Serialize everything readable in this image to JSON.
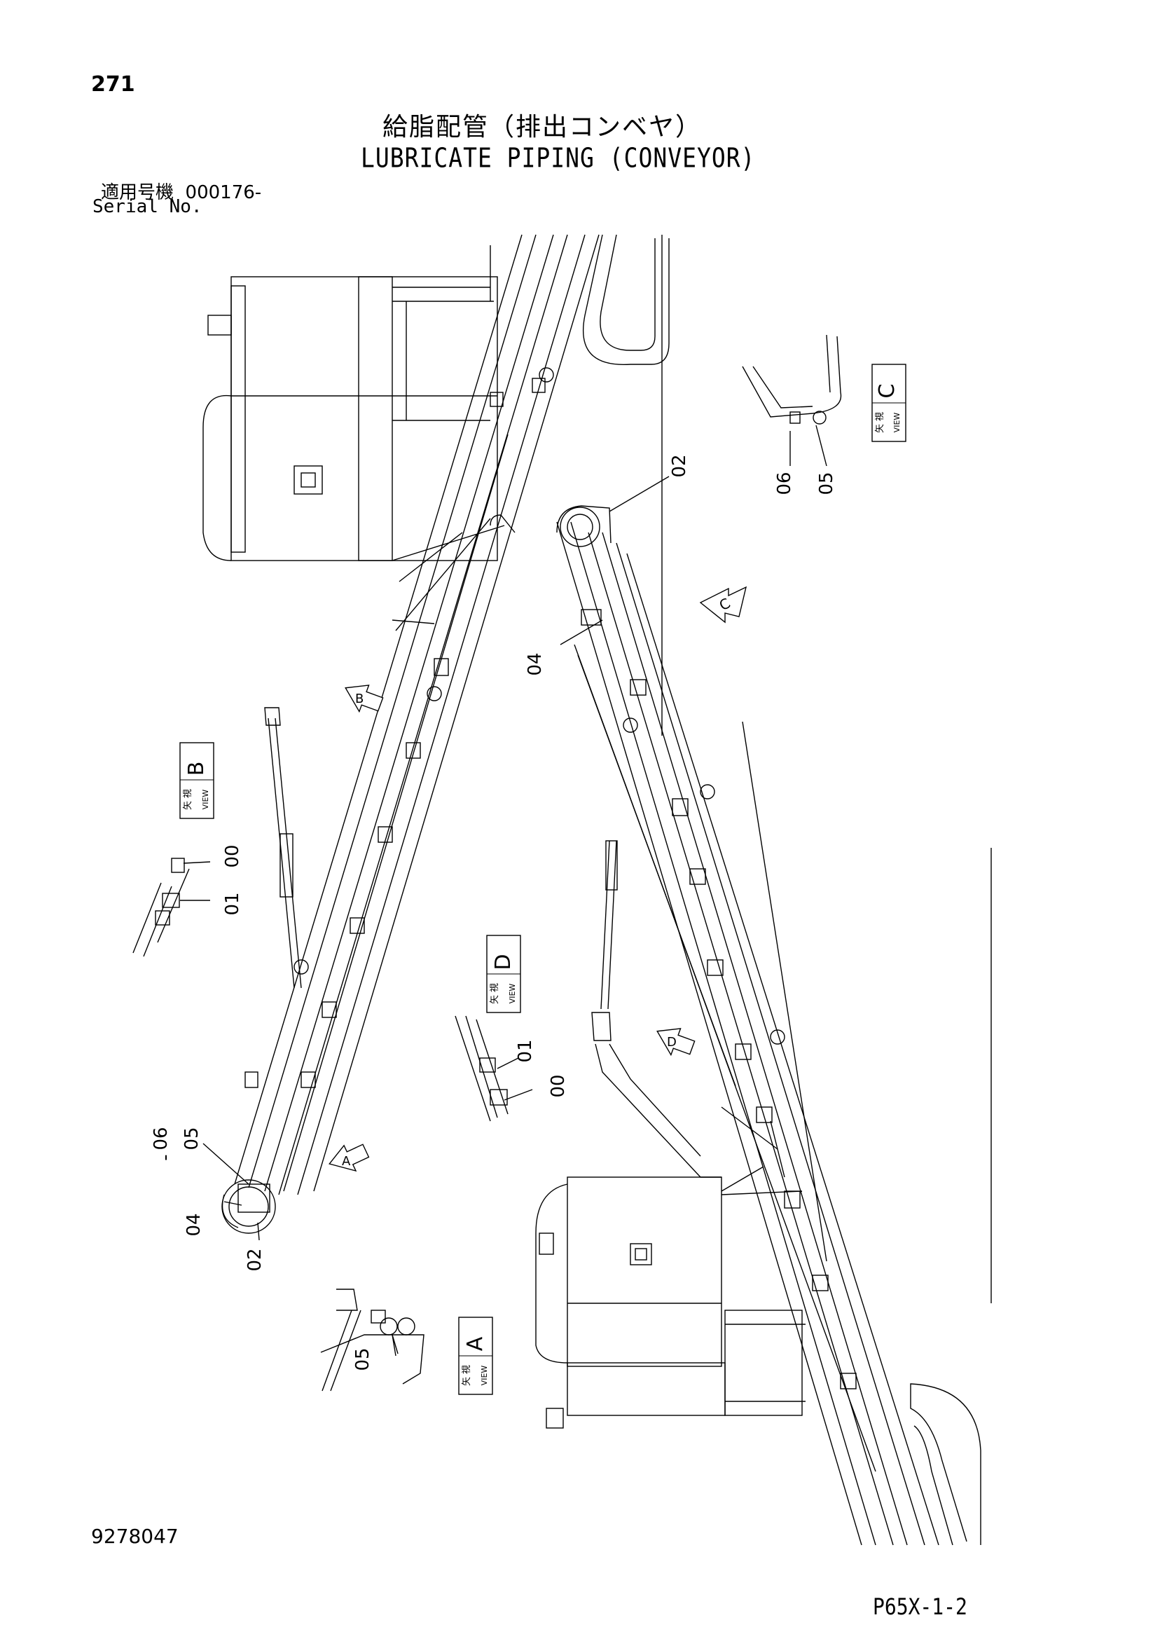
{
  "header": {
    "page_number": "271",
    "title_jp": "給脂配管（排出コンベヤ）",
    "title_en": "LUBRICATE PIPING (CONVEYOR)",
    "serial_label_jp": "適用号機",
    "serial_value": "000176-",
    "serial_label_en": "Serial No."
  },
  "footer": {
    "doc_number": "9278047",
    "sheet_ref": "P65X-1-2"
  },
  "view_boxes": [
    {
      "id": "A",
      "kanji_1": "矢",
      "kanji_2": "視",
      "view_word": "VIEW",
      "letter": "A"
    },
    {
      "id": "B",
      "kanji_1": "矢",
      "kanji_2": "視",
      "view_word": "VIEW",
      "letter": "B"
    },
    {
      "id": "C",
      "kanji_1": "矢",
      "kanji_2": "視",
      "view_word": "VIEW",
      "letter": "C"
    },
    {
      "id": "D",
      "kanji_1": "矢",
      "kanji_2": "視",
      "view_word": "VIEW",
      "letter": "D"
    }
  ],
  "view_arrows": [
    "A",
    "B",
    "C",
    "D"
  ],
  "callouts": {
    "view_b": [
      "00",
      "01"
    ],
    "view_c": [
      "06",
      "05"
    ],
    "view_d": [
      "01",
      "00"
    ],
    "view_a": [
      "05"
    ],
    "upper_conveyor_head": [
      "02",
      "04"
    ],
    "lower_conveyor_tail": [
      "06",
      "-",
      "05",
      "04",
      "02"
    ]
  }
}
